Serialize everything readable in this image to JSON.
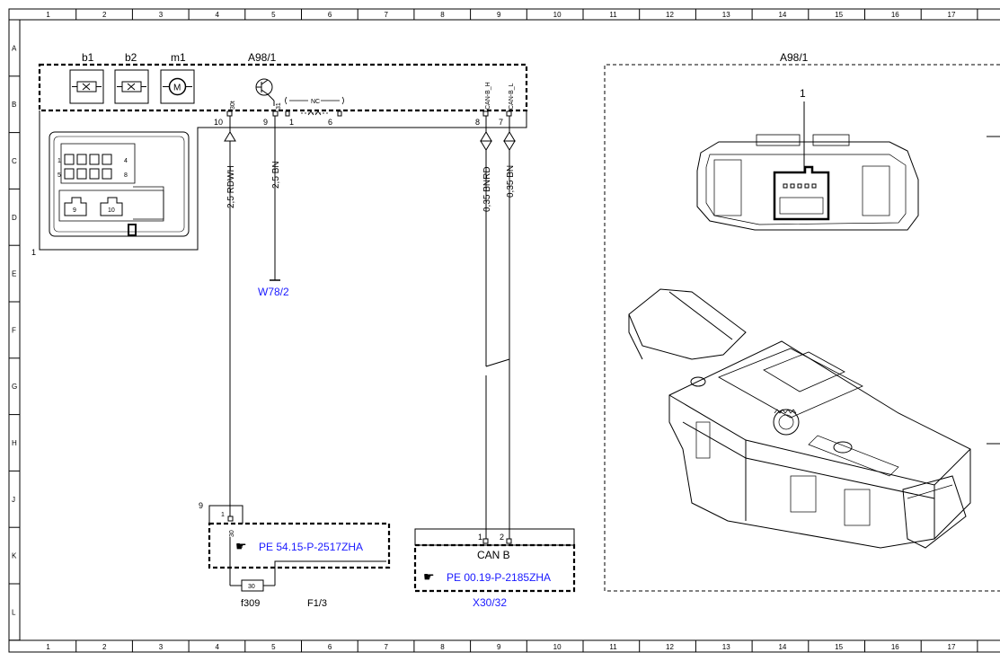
{
  "grid": {
    "columns": [
      "1",
      "2",
      "3",
      "4",
      "5",
      "6",
      "7",
      "8",
      "9",
      "10",
      "11",
      "12",
      "13",
      "14",
      "15",
      "16",
      "17"
    ],
    "rows": [
      "A",
      "B",
      "C",
      "D",
      "E",
      "F",
      "G",
      "H",
      "J",
      "K",
      "L"
    ]
  },
  "module": {
    "title": "A98/1",
    "components": [
      "b1",
      "b2",
      "m1"
    ],
    "pins": {
      "p10": "10",
      "p9": "9",
      "p1": "1",
      "p6": "6",
      "p8": "8",
      "p7": "7",
      "t30t": "30t",
      "t31": "31",
      "nc": "NC",
      "canh": "CAN-B_H",
      "canl": "CAN-B_L"
    },
    "connector_label": "1",
    "connector_pins": {
      "p1": "1",
      "p4": "4",
      "p5": "5",
      "p8": "8",
      "p9": "9",
      "p10": "10"
    }
  },
  "wires": {
    "w1": "2,5 RDWH",
    "w2": "2,5 BN",
    "w3": "0,35 BNRD",
    "w4": "0,35 BN"
  },
  "ground": {
    "label": "W78/2"
  },
  "fuse": {
    "block_label": "9",
    "pin_num": "1",
    "pin_term": "30",
    "ref": "PE 54.15-P-2517ZHA",
    "fuse_value": "30",
    "fuse_name": "f309",
    "location": "F1/3"
  },
  "can": {
    "pin1": "1",
    "pin2": "2",
    "title": "CAN B",
    "ref": "PE 00.19-P-2185ZHA",
    "connector": "X30/32"
  },
  "illustration": {
    "title": "A98/1",
    "callout": "1"
  },
  "icons": {
    "pointer": "hand-pointer-icon",
    "transistor": "transistor-icon",
    "motor": "motor-icon",
    "sensor": "sensor-icon"
  }
}
